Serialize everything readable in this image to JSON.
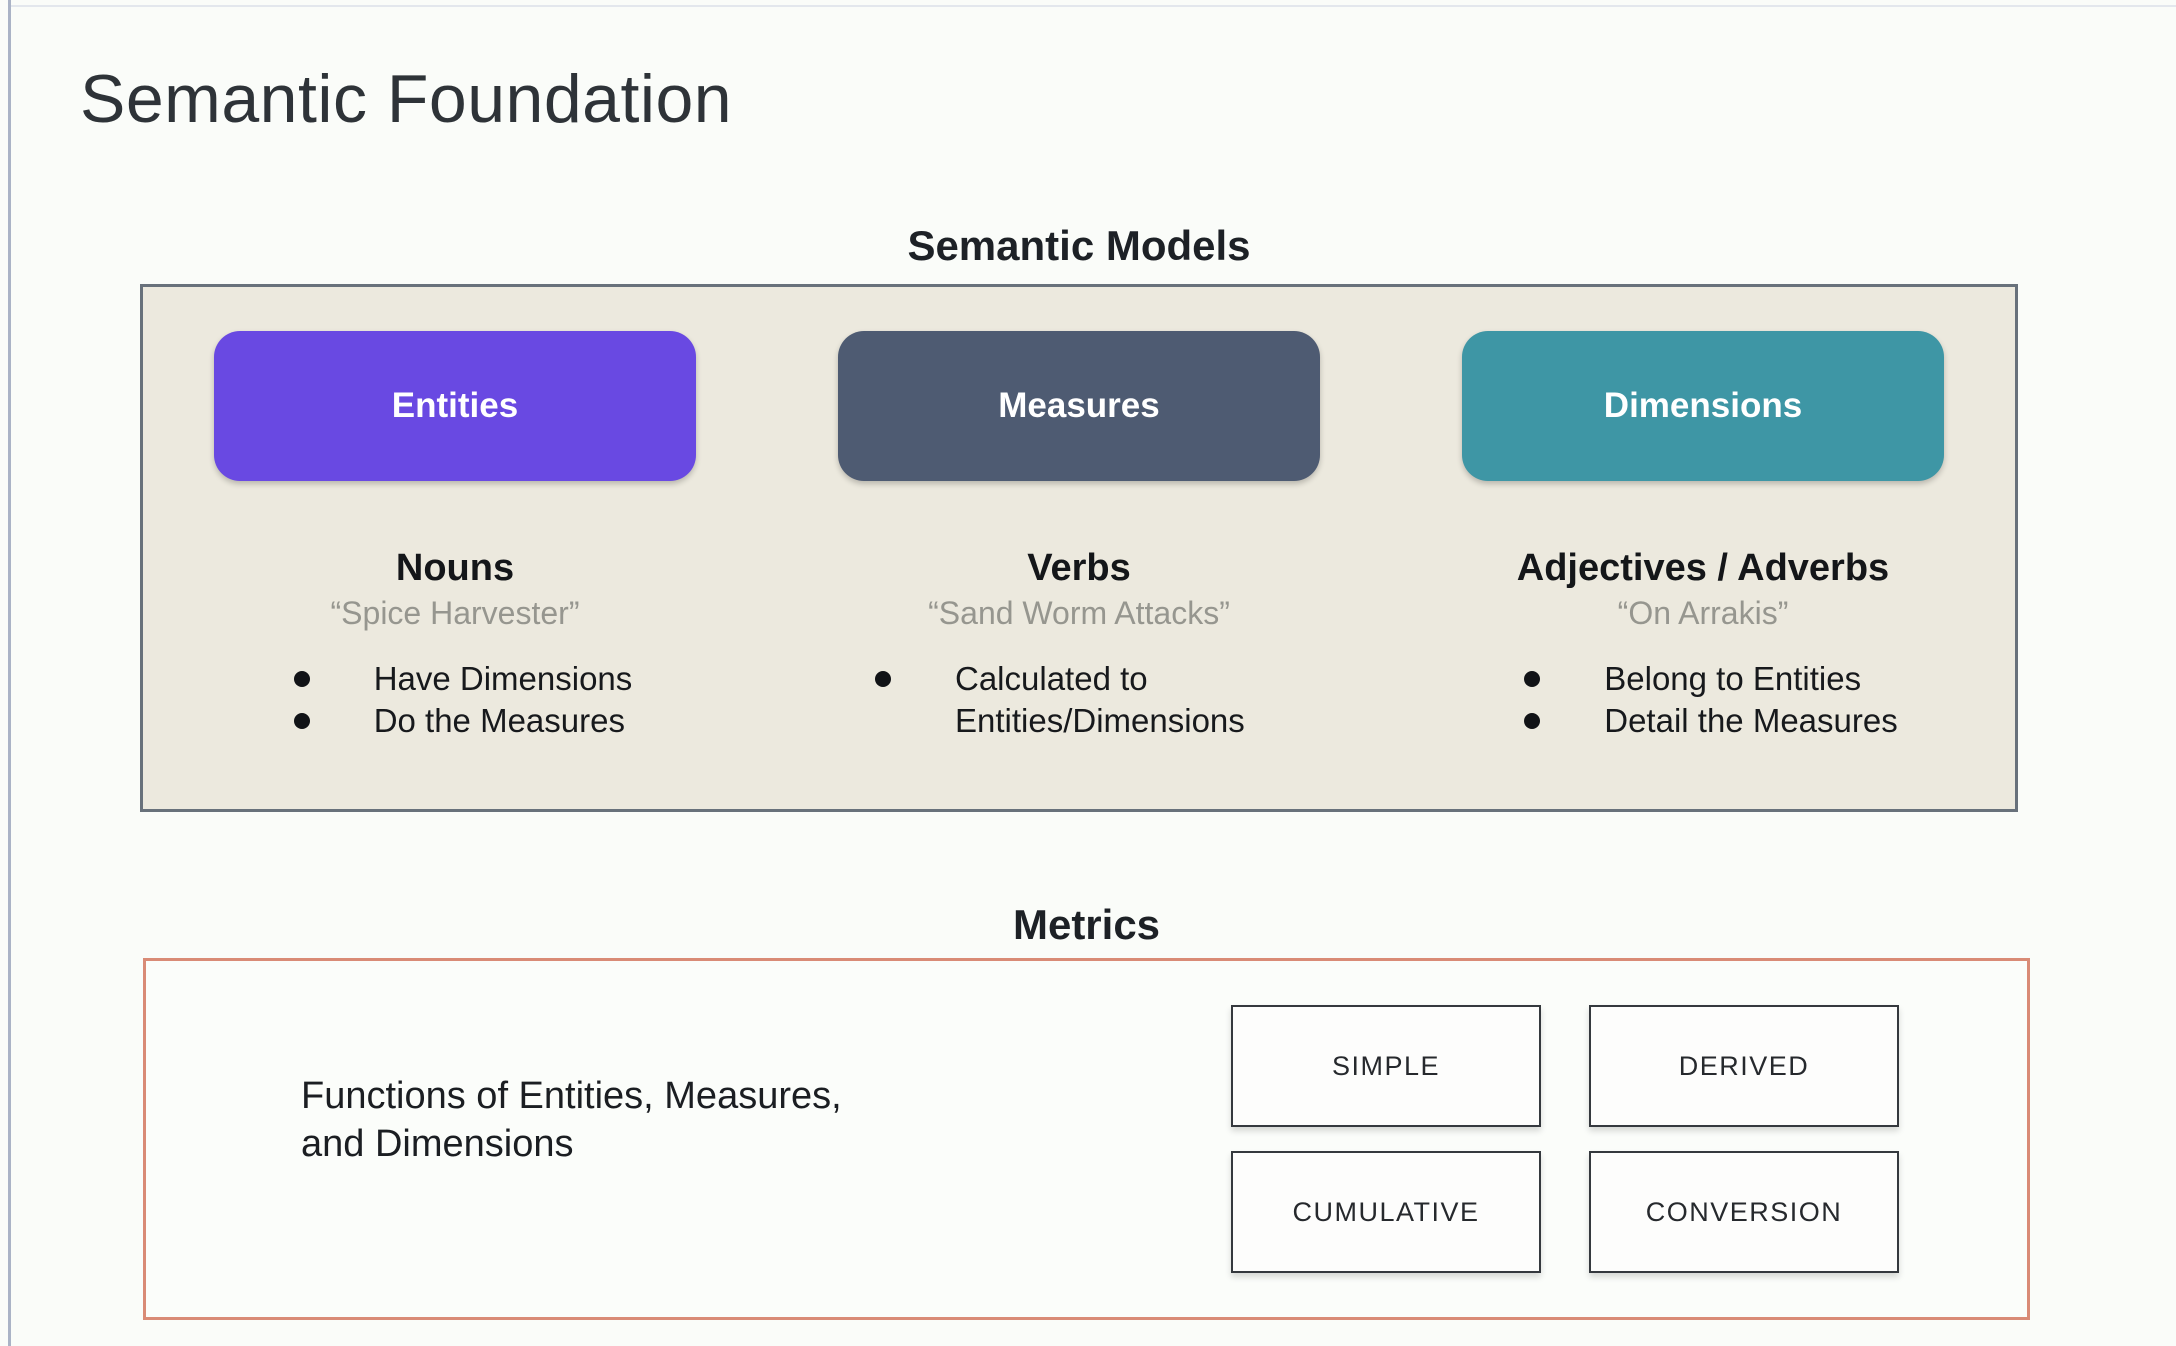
{
  "slide": {
    "title": "Semantic Foundation"
  },
  "semantic_models": {
    "heading": "Semantic Models",
    "columns": [
      {
        "pill": "Entities",
        "pill_color": "#6949e2",
        "role": "Nouns",
        "example": "“Spice Harvester”",
        "bullets": [
          "Have Dimensions",
          "Do the Measures"
        ]
      },
      {
        "pill": "Measures",
        "pill_color": "#4e5b72",
        "role": "Verbs",
        "example": "“Sand Worm Attacks”",
        "bullets": [
          "Calculated to Entities/Dimensions"
        ]
      },
      {
        "pill": "Dimensions",
        "pill_color": "#3e96a5",
        "role": "Adjectives / Adverbs",
        "example": "“On Arrakis”",
        "bullets": [
          "Belong to Entities",
          "Detail the Measures"
        ]
      }
    ]
  },
  "metrics": {
    "heading": "Metrics",
    "border_color": "#d98b76",
    "description_lines": [
      "Functions of Entities, Measures,",
      "and Dimensions"
    ],
    "types": [
      "SIMPLE",
      "DERIVED",
      "CUMULATIVE",
      "CONVERSION"
    ]
  }
}
